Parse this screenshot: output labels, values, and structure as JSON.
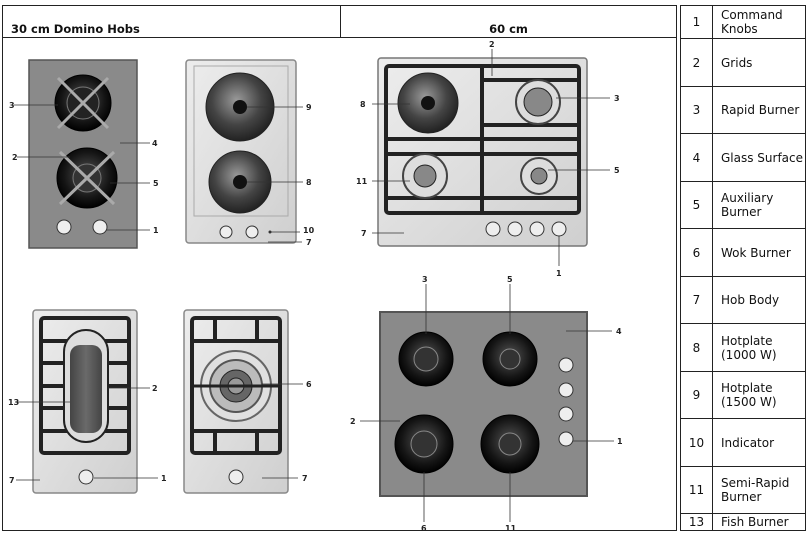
{
  "header": {
    "left_title": "30 cm Domino Hobs",
    "mid_title": "60 cm"
  },
  "legend": [
    {
      "num": "1",
      "label": "Command Knobs"
    },
    {
      "num": "2",
      "label": "Grids"
    },
    {
      "num": "3",
      "label": "Rapid Burner"
    },
    {
      "num": "4",
      "label": "Glass Surface"
    },
    {
      "num": "5",
      "label": "Auxiliary Burner"
    },
    {
      "num": "6",
      "label": "Wok Burner"
    },
    {
      "num": "7",
      "label": "Hob Body"
    },
    {
      "num": "8",
      "label": "Hotplate (1000 W)"
    },
    {
      "num": "9",
      "label": "Hotplate (1500 W)"
    },
    {
      "num": "10",
      "label": "Indicator"
    },
    {
      "num": "11",
      "label": "Semi-Rapid Burner"
    },
    {
      "num": "13",
      "label": "Fish Burner"
    }
  ],
  "callouts": {
    "d1": [
      "3",
      "2",
      "4",
      "5",
      "1"
    ],
    "d2": [
      "9",
      "8",
      "10",
      "7"
    ],
    "d3": [
      "13",
      "2",
      "7",
      "1"
    ],
    "d4": [
      "6",
      "7"
    ],
    "d5": [
      "2",
      "8",
      "3",
      "11",
      "5",
      "7",
      "1"
    ],
    "d6": [
      "3",
      "5",
      "4",
      "2",
      "1",
      "6",
      "11"
    ]
  },
  "colors": {
    "glass": "#8a8a8a",
    "steel": "#dcdcdc",
    "steel_edge": "#9a9a9a",
    "burner_dark": "#1a1a1a",
    "accent_line": "#333333"
  }
}
